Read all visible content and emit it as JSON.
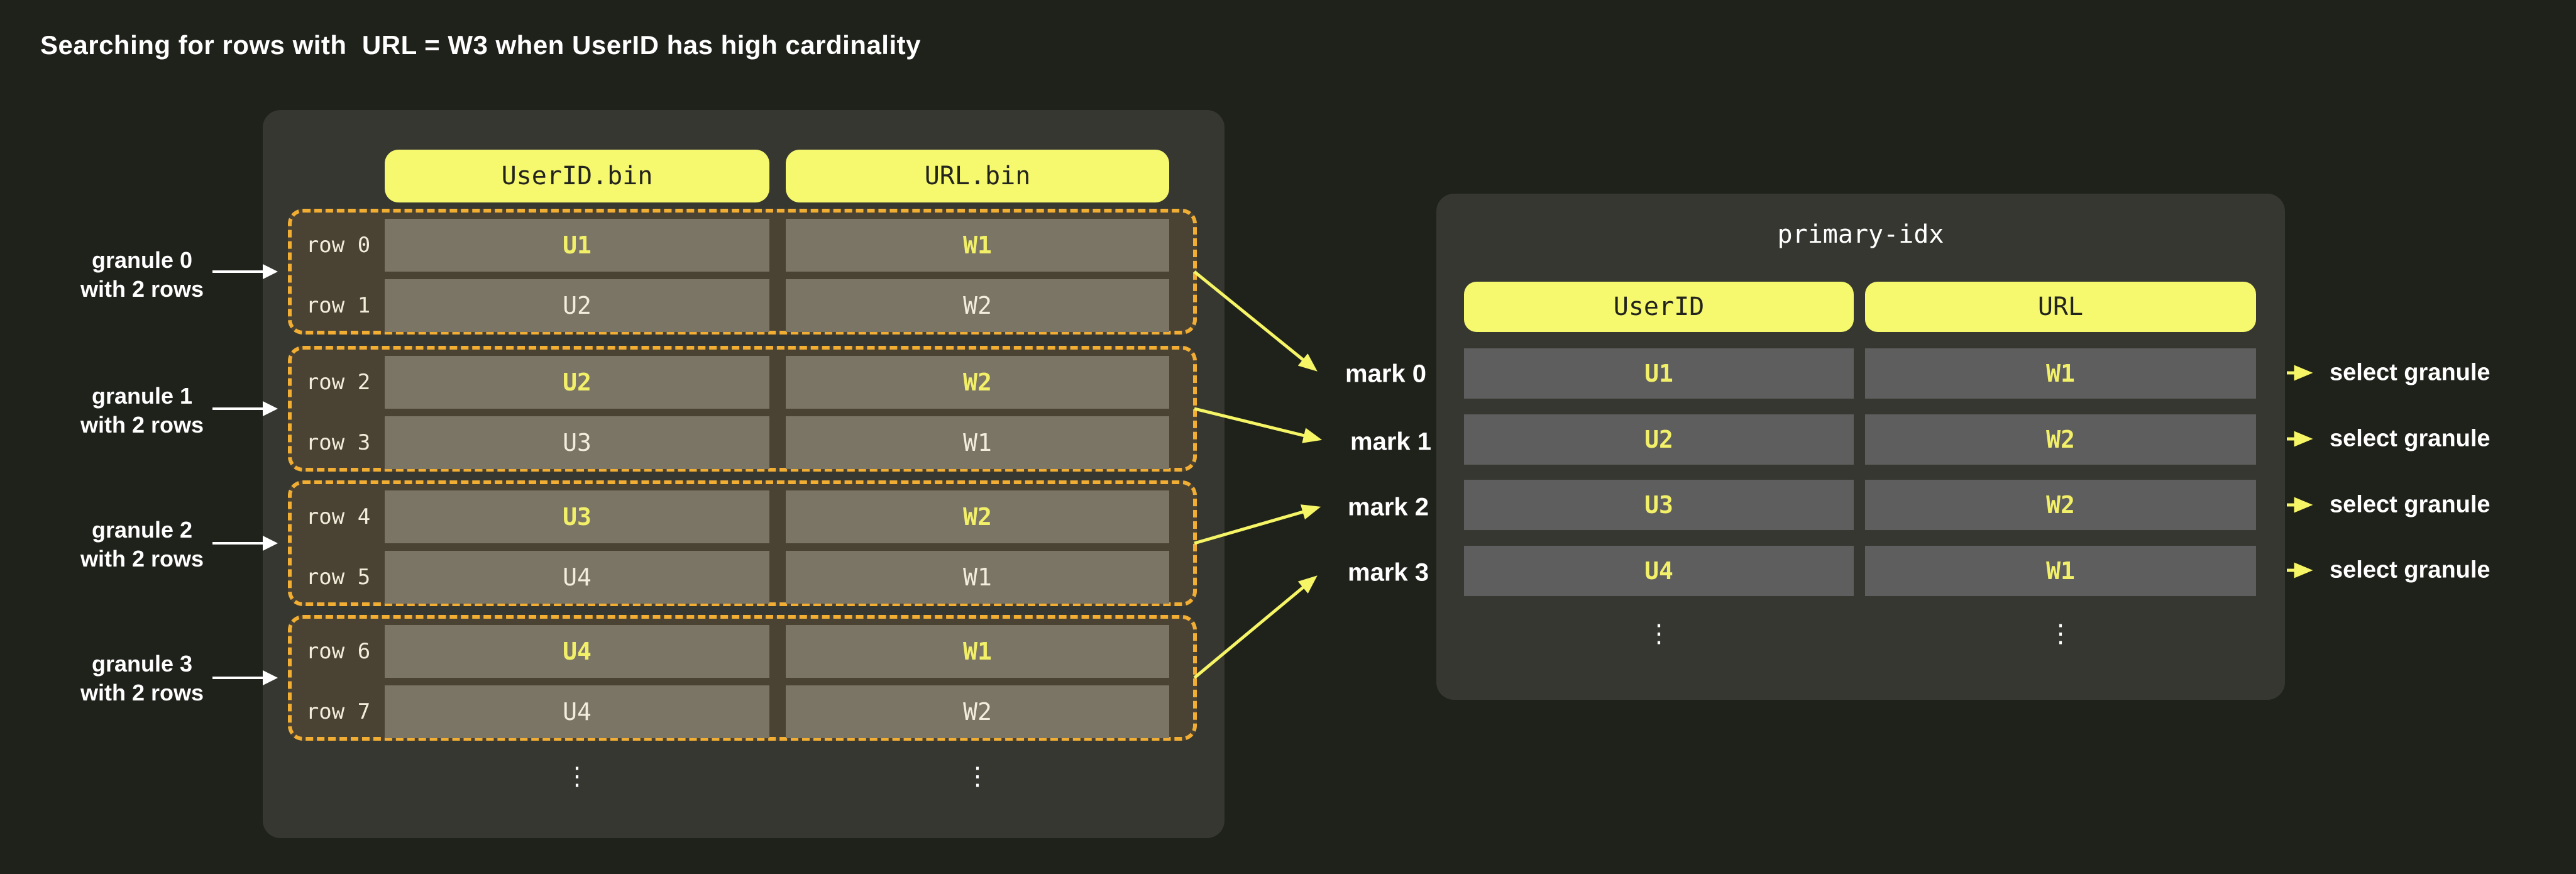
{
  "title": "Searching for rows with  URL = W3 when UserID has high cardinality",
  "bin_table": {
    "column_headers": [
      "UserID.bin",
      "URL.bin"
    ],
    "rows": [
      {
        "label": "row 0",
        "userid": "U1",
        "url": "W1",
        "indexed": true
      },
      {
        "label": "row 1",
        "userid": "U2",
        "url": "W2",
        "indexed": false
      },
      {
        "label": "row 2",
        "userid": "U2",
        "url": "W2",
        "indexed": true
      },
      {
        "label": "row 3",
        "userid": "U3",
        "url": "W1",
        "indexed": false
      },
      {
        "label": "row 4",
        "userid": "U3",
        "url": "W2",
        "indexed": true
      },
      {
        "label": "row 5",
        "userid": "U4",
        "url": "W1",
        "indexed": false
      },
      {
        "label": "row 6",
        "userid": "U4",
        "url": "W1",
        "indexed": true
      },
      {
        "label": "row 7",
        "userid": "U4",
        "url": "W2",
        "indexed": false
      }
    ],
    "ellipsis": "⋮"
  },
  "granule_labels": [
    {
      "line1": "granule 0",
      "line2": "with 2 rows"
    },
    {
      "line1": "granule 1",
      "line2": "with 2 rows"
    },
    {
      "line1": "granule 2",
      "line2": "with 2 rows"
    },
    {
      "line1": "granule 3",
      "line2": "with 2 rows"
    }
  ],
  "marks": [
    "mark 0",
    "mark 1",
    "mark 2",
    "mark 3"
  ],
  "primary_index": {
    "title": "primary-idx",
    "column_headers": [
      "UserID",
      "URL"
    ],
    "rows": [
      {
        "userid": "U1",
        "url": "W1"
      },
      {
        "userid": "U2",
        "url": "W2"
      },
      {
        "userid": "U3",
        "url": "W2"
      },
      {
        "userid": "U4",
        "url": "W1"
      }
    ],
    "ellipsis": "⋮",
    "select_labels": [
      "select granule",
      "select granule",
      "select granule",
      "select granule"
    ]
  },
  "colors": {
    "background": "#1f211b",
    "panel": "#363731",
    "header_yellow": "#f6f86d",
    "granule_border": "#f2ae33",
    "granule_fill": "#4a4233",
    "bin_cell_fill": "#7b7565",
    "index_cell_fill": "#5e5e5e",
    "value_yellow": "#f2ef68",
    "value_cream": "#f3edde",
    "arrow_yellow": "#f5f566",
    "arrow_white": "#ffffff"
  }
}
